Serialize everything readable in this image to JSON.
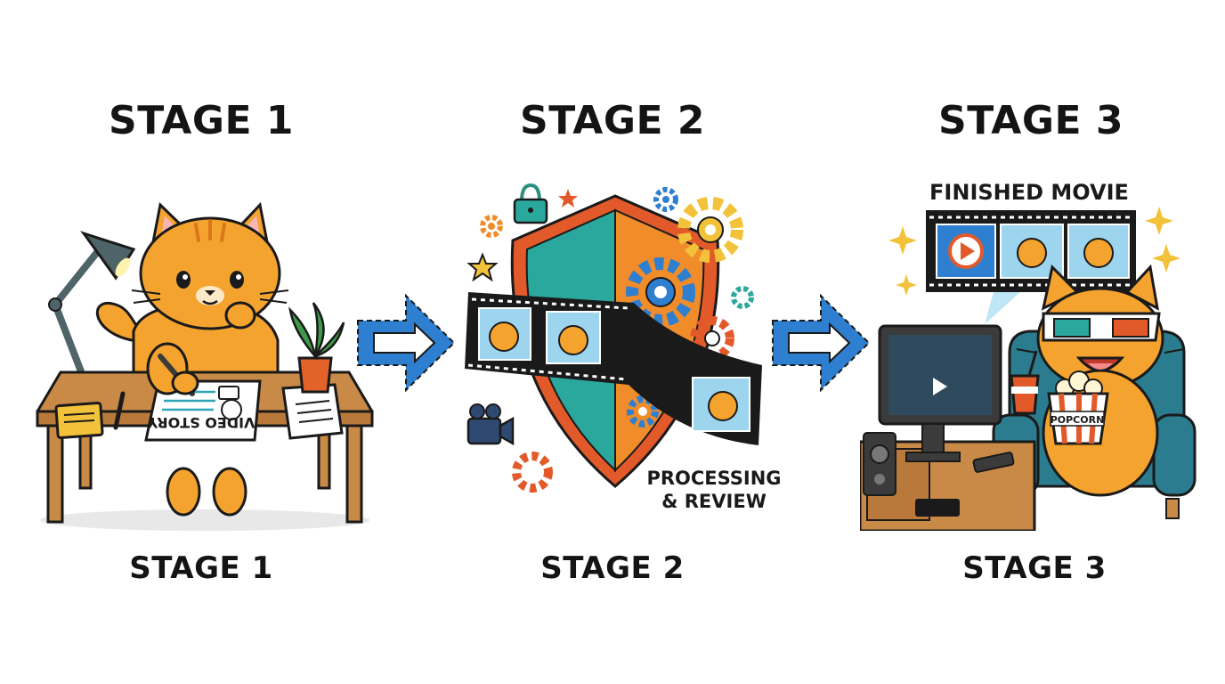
{
  "stages": [
    {
      "heading": "STAGE 1",
      "caption": "STAGE 1",
      "sheet_text": "VIDEO STORY"
    },
    {
      "heading": "STAGE 2",
      "caption": "STAGE 2",
      "label_line1": "PROCESSING",
      "label_line2": "& REVIEW"
    },
    {
      "heading": "STAGE 3",
      "caption": "STAGE 3",
      "banner": "FINISHED MOVIE",
      "bucket_text": "POPCORN"
    }
  ],
  "colors": {
    "arrow": "#2f7fd0",
    "cat": "#f5a32f",
    "outline": "#1a1a1a",
    "desk": "#c98a47",
    "shield_teal": "#2aa89e",
    "shield_orange": "#f08c2a",
    "shield_border": "#e35a2a",
    "armchair": "#2b7c8e"
  },
  "icons": [
    "desk-lamp-icon",
    "pencil-icon",
    "plant-icon",
    "lock-icon",
    "gear-icon",
    "star-icon",
    "film-strip-icon",
    "video-camera-icon",
    "play-icon",
    "3d-glasses-icon",
    "popcorn-icon",
    "drink-cup-icon",
    "monitor-icon",
    "speaker-icon",
    "remote-icon"
  ]
}
